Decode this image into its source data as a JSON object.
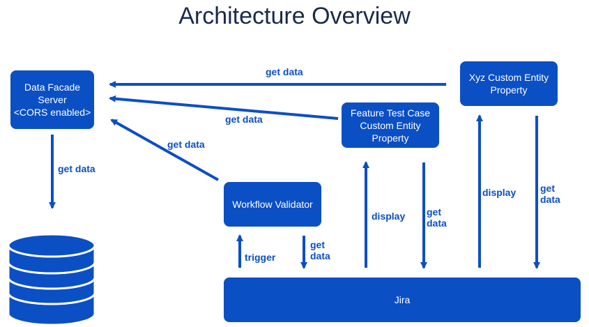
{
  "title": "Architecture Overview",
  "colors": {
    "primary": "#0b4fc4",
    "title": "#1b2a4a",
    "background": "#ffffff"
  },
  "nodes": {
    "data_facade": {
      "lines": "Data Facade\nServer\n<CORS enabled>"
    },
    "xyz_property": {
      "lines": "Xyz Custom Entity\nProperty"
    },
    "feature_test_case": {
      "lines": "Feature Test Case\nCustom Entity\nProperty"
    },
    "workflow_validator": {
      "label": "Workflow Validator"
    },
    "jira": {
      "label": "Jira"
    },
    "database": {
      "icon": "database-icon"
    }
  },
  "edges": {
    "xyz_to_facade": {
      "label": "get data"
    },
    "ftc_to_facade": {
      "label": "get data"
    },
    "wv_to_facade": {
      "label": "get data"
    },
    "facade_to_db": {
      "label": "get data"
    },
    "jira_to_wv": {
      "label": "trigger"
    },
    "wv_to_jira": {
      "label": "get\ndata"
    },
    "jira_to_ftc": {
      "label": "display"
    },
    "ftc_to_jira": {
      "label": "get\ndata"
    },
    "jira_to_xyz": {
      "label": "display"
    },
    "xyz_to_jira": {
      "label": "get\ndata"
    }
  }
}
